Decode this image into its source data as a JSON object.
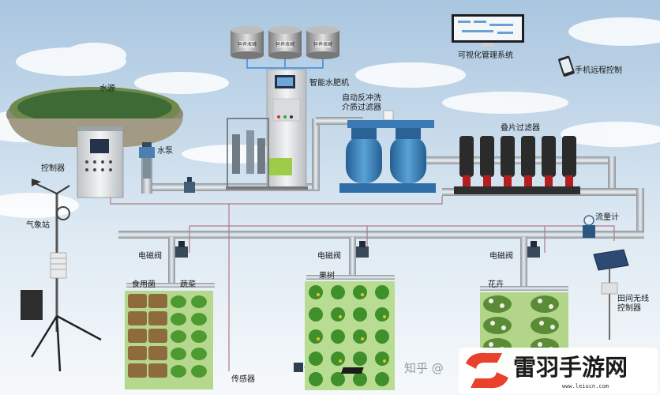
{
  "labels": {
    "water_source": "水源",
    "controller": "控制器",
    "pump": "水泵",
    "smart_fertigation": "智能水肥机",
    "auto_backwash_line1": "自动反冲洗",
    "auto_backwash_line2": "介质过滤器",
    "disc_filter": "叠片过滤器",
    "visual_management": "可视化管理系统",
    "phone_remote": "手机远程控制",
    "weather_station": "气象站",
    "flow_meter": "流量计",
    "valve_left": "电磁阀",
    "valve_mid": "电磁阀",
    "valve_right": "电磁阀",
    "crop_mushroom": "食用菌",
    "crop_vegetable": "蔬菜",
    "crop_fruit": "果树",
    "crop_flower": "花卉",
    "sensor": "传感器",
    "field_controller_line1": "田间无线",
    "field_controller_line2": "控制器",
    "tank_tag": "营养液罐"
  },
  "watermark": {
    "text": "知乎 @",
    "logo_text": "雷羽手游网",
    "logo_url": "www.leiucn.com"
  },
  "colors": {
    "pipe": "#c3cad0",
    "pipe_edge": "#7e8891",
    "wire": "#b07a86",
    "filter_blue": "#3f86bf",
    "disc_filter": "#2b2b2b",
    "pond_water": "#3d6a35",
    "logo_red": "#e8412c"
  }
}
